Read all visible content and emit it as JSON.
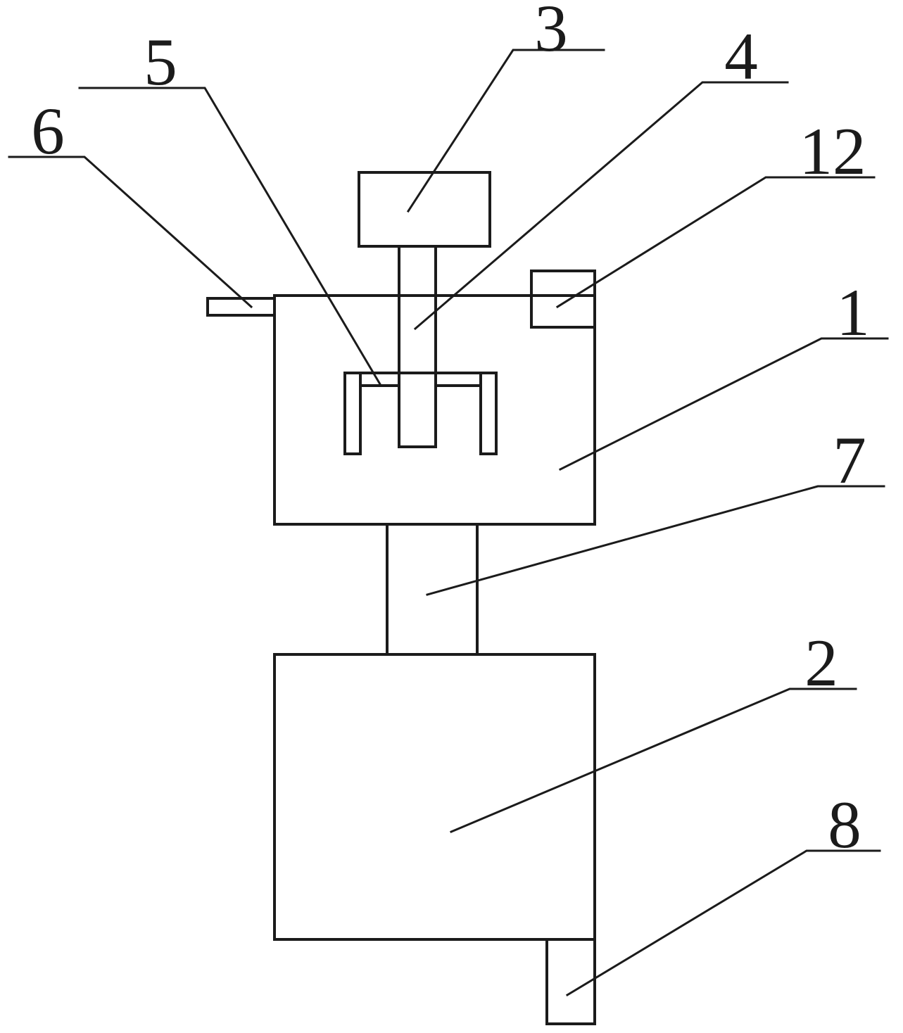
{
  "figure": {
    "kind": "patent-line-drawing",
    "background": "#ffffff",
    "line_color": "#1b1b1b"
  },
  "labels": [
    {
      "text": "3",
      "points_to": "top-block"
    },
    {
      "text": "5",
      "points_to": "clamp-bracket"
    },
    {
      "text": "6",
      "points_to": "left-tab"
    },
    {
      "text": "4",
      "points_to": "top-block-shaft"
    },
    {
      "text": "12",
      "points_to": "corner-block"
    },
    {
      "text": "1",
      "points_to": "upper-housing"
    },
    {
      "text": "7",
      "points_to": "connecting-shaft"
    },
    {
      "text": "2",
      "points_to": "lower-housing"
    },
    {
      "text": "8",
      "points_to": "bottom-outlet"
    }
  ]
}
